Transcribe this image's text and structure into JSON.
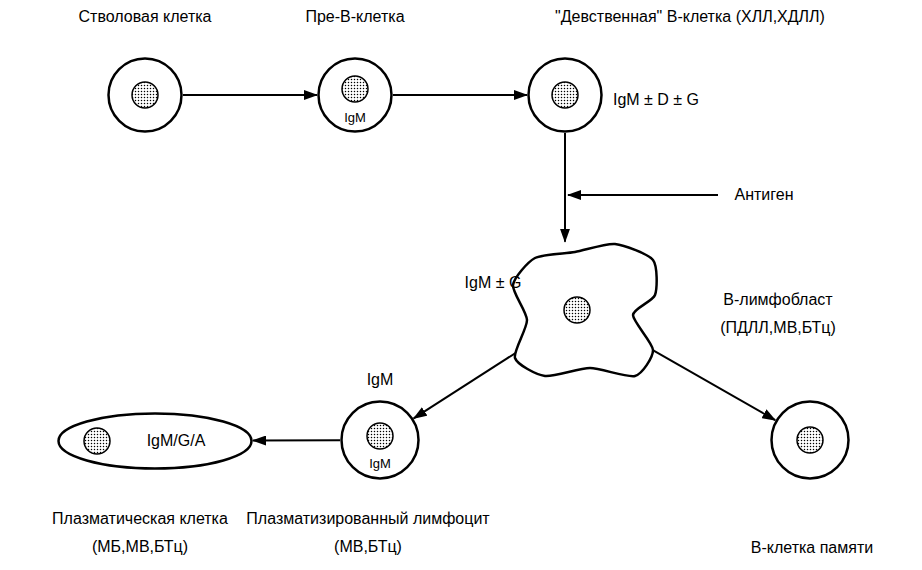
{
  "diagram": {
    "nodes": [
      {
        "text": [
          "Стволовая клетка"
        ]
      },
      {
        "text": [
          "Пре-В-клетка",
          "IgM"
        ]
      },
      {
        "text": [
          "\"Девственная\" В-клетка (ХЛЛ,ХДЛЛ)",
          "IgM ± D ± G"
        ]
      },
      {
        "text": [
          "IgM ± G",
          "В-лимфобласт (ПДЛЛ,МВ,БТц)"
        ]
      },
      {
        "text": [
          "IgM/G/A",
          "Плазматическая клетка (МБ,МВ,БТц)"
        ]
      },
      {
        "text": [
          "IgM",
          "IgM",
          "Плазматизированный лимфоцит (МВ,БТц)"
        ]
      },
      {
        "text": [
          "В-клетка памяти"
        ]
      }
    ],
    "edges": [
      {
        "from": 0,
        "to": 1,
        "arrow": "to"
      },
      {
        "from": 1,
        "to": 2,
        "arrow": "to"
      },
      {
        "from": 2,
        "to": 3,
        "arrow": "to"
      },
      {
        "from": 3,
        "to": 5,
        "arrow": "to"
      },
      {
        "from": 3,
        "to": 6,
        "arrow": "to"
      },
      {
        "from": 5,
        "to": 4,
        "arrow": "to"
      }
    ],
    "labels": [
      "Антиген"
    ]
  }
}
